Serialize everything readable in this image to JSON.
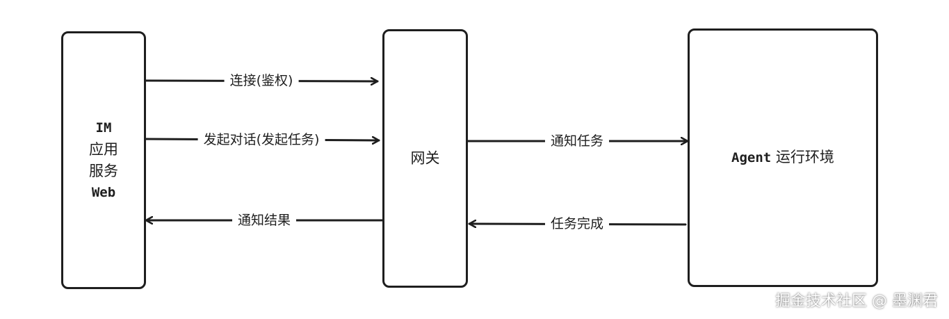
{
  "diagram": {
    "nodes": {
      "im": {
        "line1": "IM",
        "line2": "应用",
        "line3": "服务",
        "line4": "Web"
      },
      "gateway": {
        "label": "网关"
      },
      "agent": {
        "label_latin": "Agent",
        "label_cn": " 运行环境"
      }
    },
    "edges": {
      "connect_auth": "连接(鉴权)",
      "start_dialog": "发起对话(发起任务)",
      "notify_result": "通知结果",
      "notify_task": "通知任务",
      "task_done": "任务完成"
    }
  },
  "watermark": "掘金技术社区 @ 墨渊君",
  "colors": {
    "stroke": "#1e1e1e",
    "background": "#ffffff"
  }
}
